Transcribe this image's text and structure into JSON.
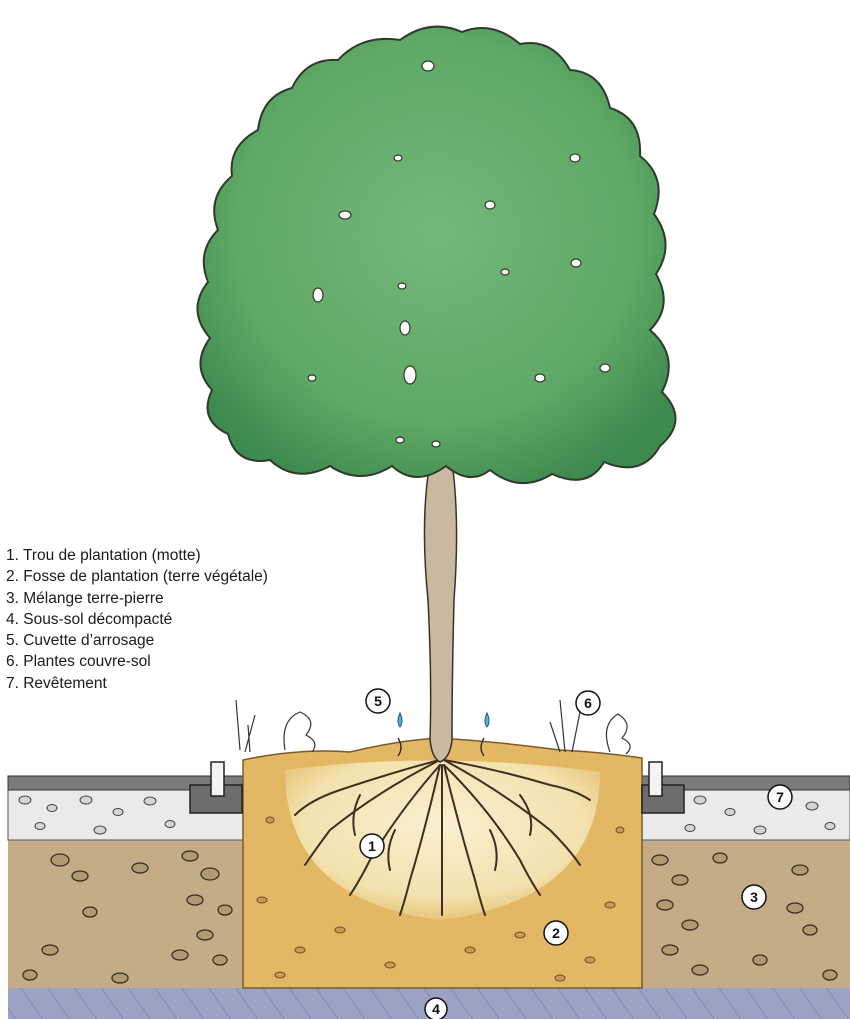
{
  "legend": [
    "1. Trou de plantation (motte)",
    "2. Fosse de plantation (terre végétale)",
    "3. Mélange terre-pierre",
    "4. Sous-sol décompacté",
    "5. Cuvette d’arrosage",
    "6. Plantes couvre-sol",
    "7. Revêtement"
  ],
  "callouts": [
    "1",
    "2",
    "3",
    "4",
    "5",
    "6",
    "7"
  ],
  "colors": {
    "foliage": "#5fa866",
    "foliage_dark": "#3f8a4e",
    "trunk": "#c9b9a0",
    "planting_soil": "#e3b865",
    "rootball": "#f7e7b8",
    "stone_soil": "#c4ad86",
    "subsoil": "#9ba2c4",
    "pavement_base": "#e9eaea",
    "pavement_top": "#6f6f6f"
  }
}
